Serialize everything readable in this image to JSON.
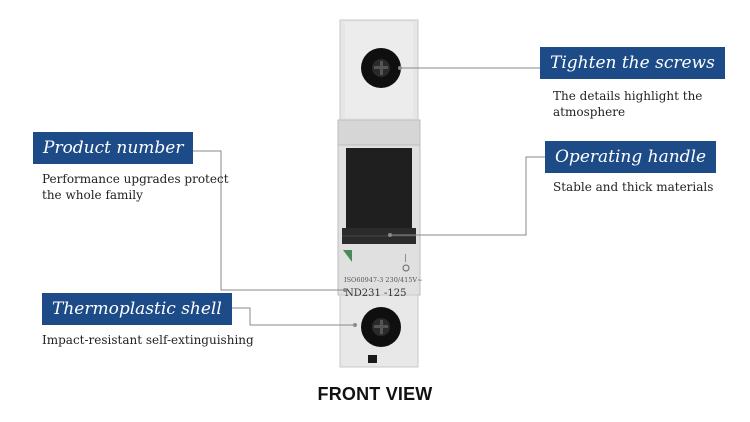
{
  "callouts": {
    "screws": {
      "title": "Tighten the screws",
      "desc": "The details highlight the atmosphere"
    },
    "handle": {
      "title": "Operating handle",
      "desc": "Stable and thick materials"
    },
    "product": {
      "title": "Product number",
      "desc": "Performance upgrades protect the whole family"
    },
    "shell": {
      "title": "Thermoplastic shell",
      "desc": "Impact-resistant self-extinguishing"
    }
  },
  "device": {
    "spec_text": "ISO60947-3 230/415V~",
    "model": "ND231 -125",
    "body_color": "#e4e4e4",
    "handle_color": "#1f1f1f"
  },
  "view_title": "FRONT VIEW",
  "colors": {
    "label_bg": "#1c4b88",
    "leader": "#8a8a8a"
  }
}
